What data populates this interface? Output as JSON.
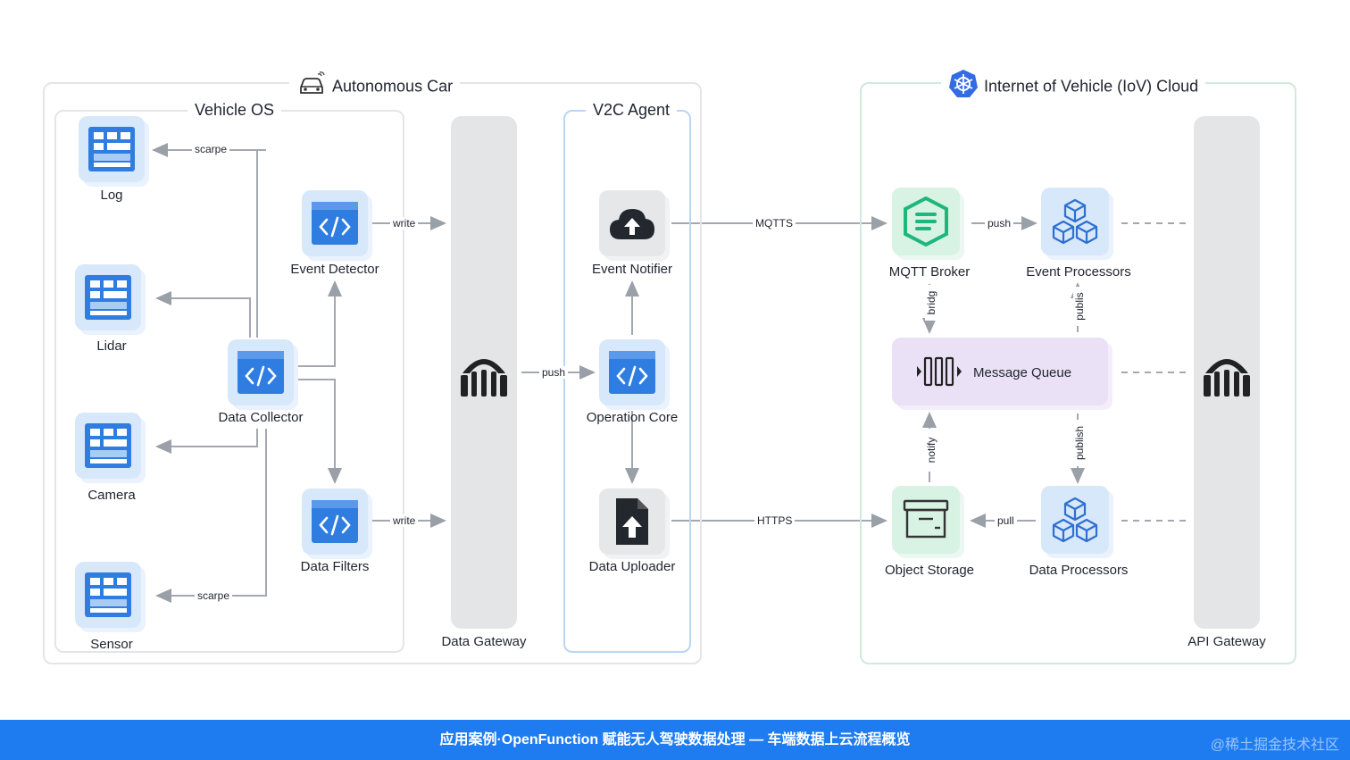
{
  "groups": {
    "car": "Autonomous Car",
    "vehicle_os": "Vehicle OS",
    "v2c": "V2C Agent",
    "cloud": "Internet of Vehicle (IoV) Cloud"
  },
  "nodes": {
    "log": "Log",
    "lidar": "Lidar",
    "camera": "Camera",
    "sensor": "Sensor",
    "data_collector": "Data Collector",
    "event_detector": "Event Detector",
    "data_filters": "Data Filters",
    "data_gateway": "Data Gateway",
    "event_notifier": "Event Notifier",
    "operation_core": "Operation Core",
    "data_uploader": "Data Uploader",
    "mqtt_broker": "MQTT Broker",
    "event_processors": "Event Processors",
    "message_queue": "Message Queue",
    "object_storage": "Object Storage",
    "data_processors": "Data Processors",
    "api_gateway": "API Gateway"
  },
  "edges": {
    "scarpe_top": "scarpe",
    "scarpe_bottom": "scarpe",
    "write_top": "write",
    "write_bottom": "write",
    "push_core": "push",
    "mqtts": "MQTTS",
    "https": "HTTPS",
    "push_cloud": "push",
    "bridg": "bridg",
    "publis": "publis",
    "notify": "notify",
    "publish": "publish",
    "pull": "pull"
  },
  "footer": {
    "caption": "应用案例·OpenFunction 赋能无人驾驶数据处理 — 车端数据上云流程概览",
    "watermark": "@稀土掘金技术社区"
  },
  "colors": {
    "blue_tile": "#d6e7fb",
    "green_tile": "#d9f3e6",
    "purple_tile": "#e9dff5",
    "footer": "#1f7cf0",
    "wire": "#9aa0a8"
  }
}
